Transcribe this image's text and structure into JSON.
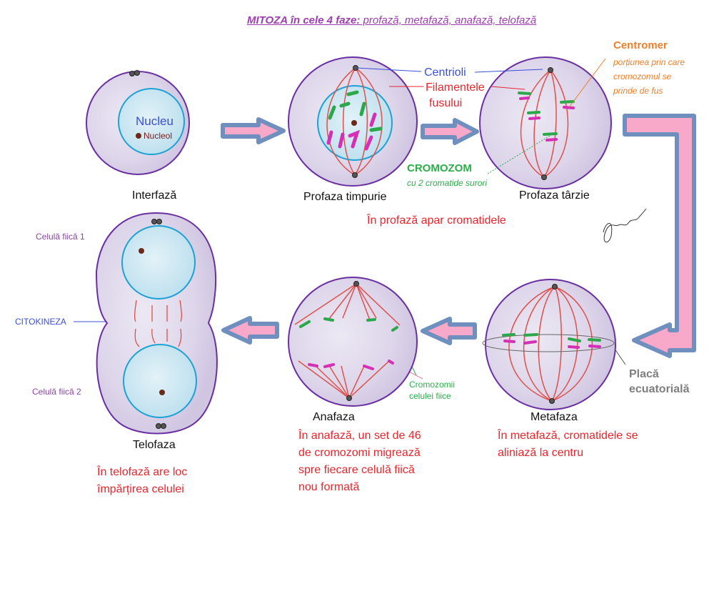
{
  "title": {
    "bold_part": "MITOZA în cele 4 faze:",
    "rest": " profază, metafază, anafază, telofază"
  },
  "phases": {
    "interphase": "Interfază",
    "early_prophase": "Profaza timpurie",
    "late_prophase": "Profaza târzie",
    "metaphase": "Metafaza",
    "anaphase": "Anafaza",
    "telophase": "Telofaza"
  },
  "labels": {
    "nucleus": "Nucleu",
    "nucleolus": "Nucleol",
    "centrioles": "Centrioli",
    "spindle_line1": "Filamentele",
    "spindle_line2": "fusului",
    "chromosome": "CROMOZOM",
    "chromosome_sub": "cu 2 cromatide surori",
    "centromere": "Centromer",
    "centromere_desc": [
      "porțiunea prin care",
      "cromozomul se",
      "prinde de fus"
    ],
    "equatorial_plate": [
      "Placă",
      "ecuatorială"
    ],
    "daughter_chromosomes": [
      "Cromozomii",
      "celulei fiice"
    ],
    "daughter_cell_1": "Celulă fiică 1",
    "daughter_cell_2": "Celulă fiică 2",
    "cytokinesis": "CITOKINEZA"
  },
  "descriptions": {
    "prophase": "În profază apar cromatidele",
    "metaphase": [
      "În metafază, cromatidele se",
      "aliniază la centru"
    ],
    "anaphase": [
      "În anafază, un set de 46",
      "de cromozomi migrează",
      "spre fiecare celulă fiică",
      "nou formată"
    ],
    "telophase": [
      "În telofază are loc",
      "împărțirea celulei"
    ]
  },
  "colors": {
    "cell_outline": "#6a2fa0",
    "cytoplasm": "#ddd6ea",
    "nucleus_outline": "#1ea2d4",
    "nucleus_fill": "#cfe8f3",
    "spindle": "#e0504a",
    "chromatid_green": "#2aa84a",
    "chromatid_magenta": "#d62fb6",
    "arrow_fill": "#f8a8c8",
    "arrow_border": "#6f8fbf"
  }
}
